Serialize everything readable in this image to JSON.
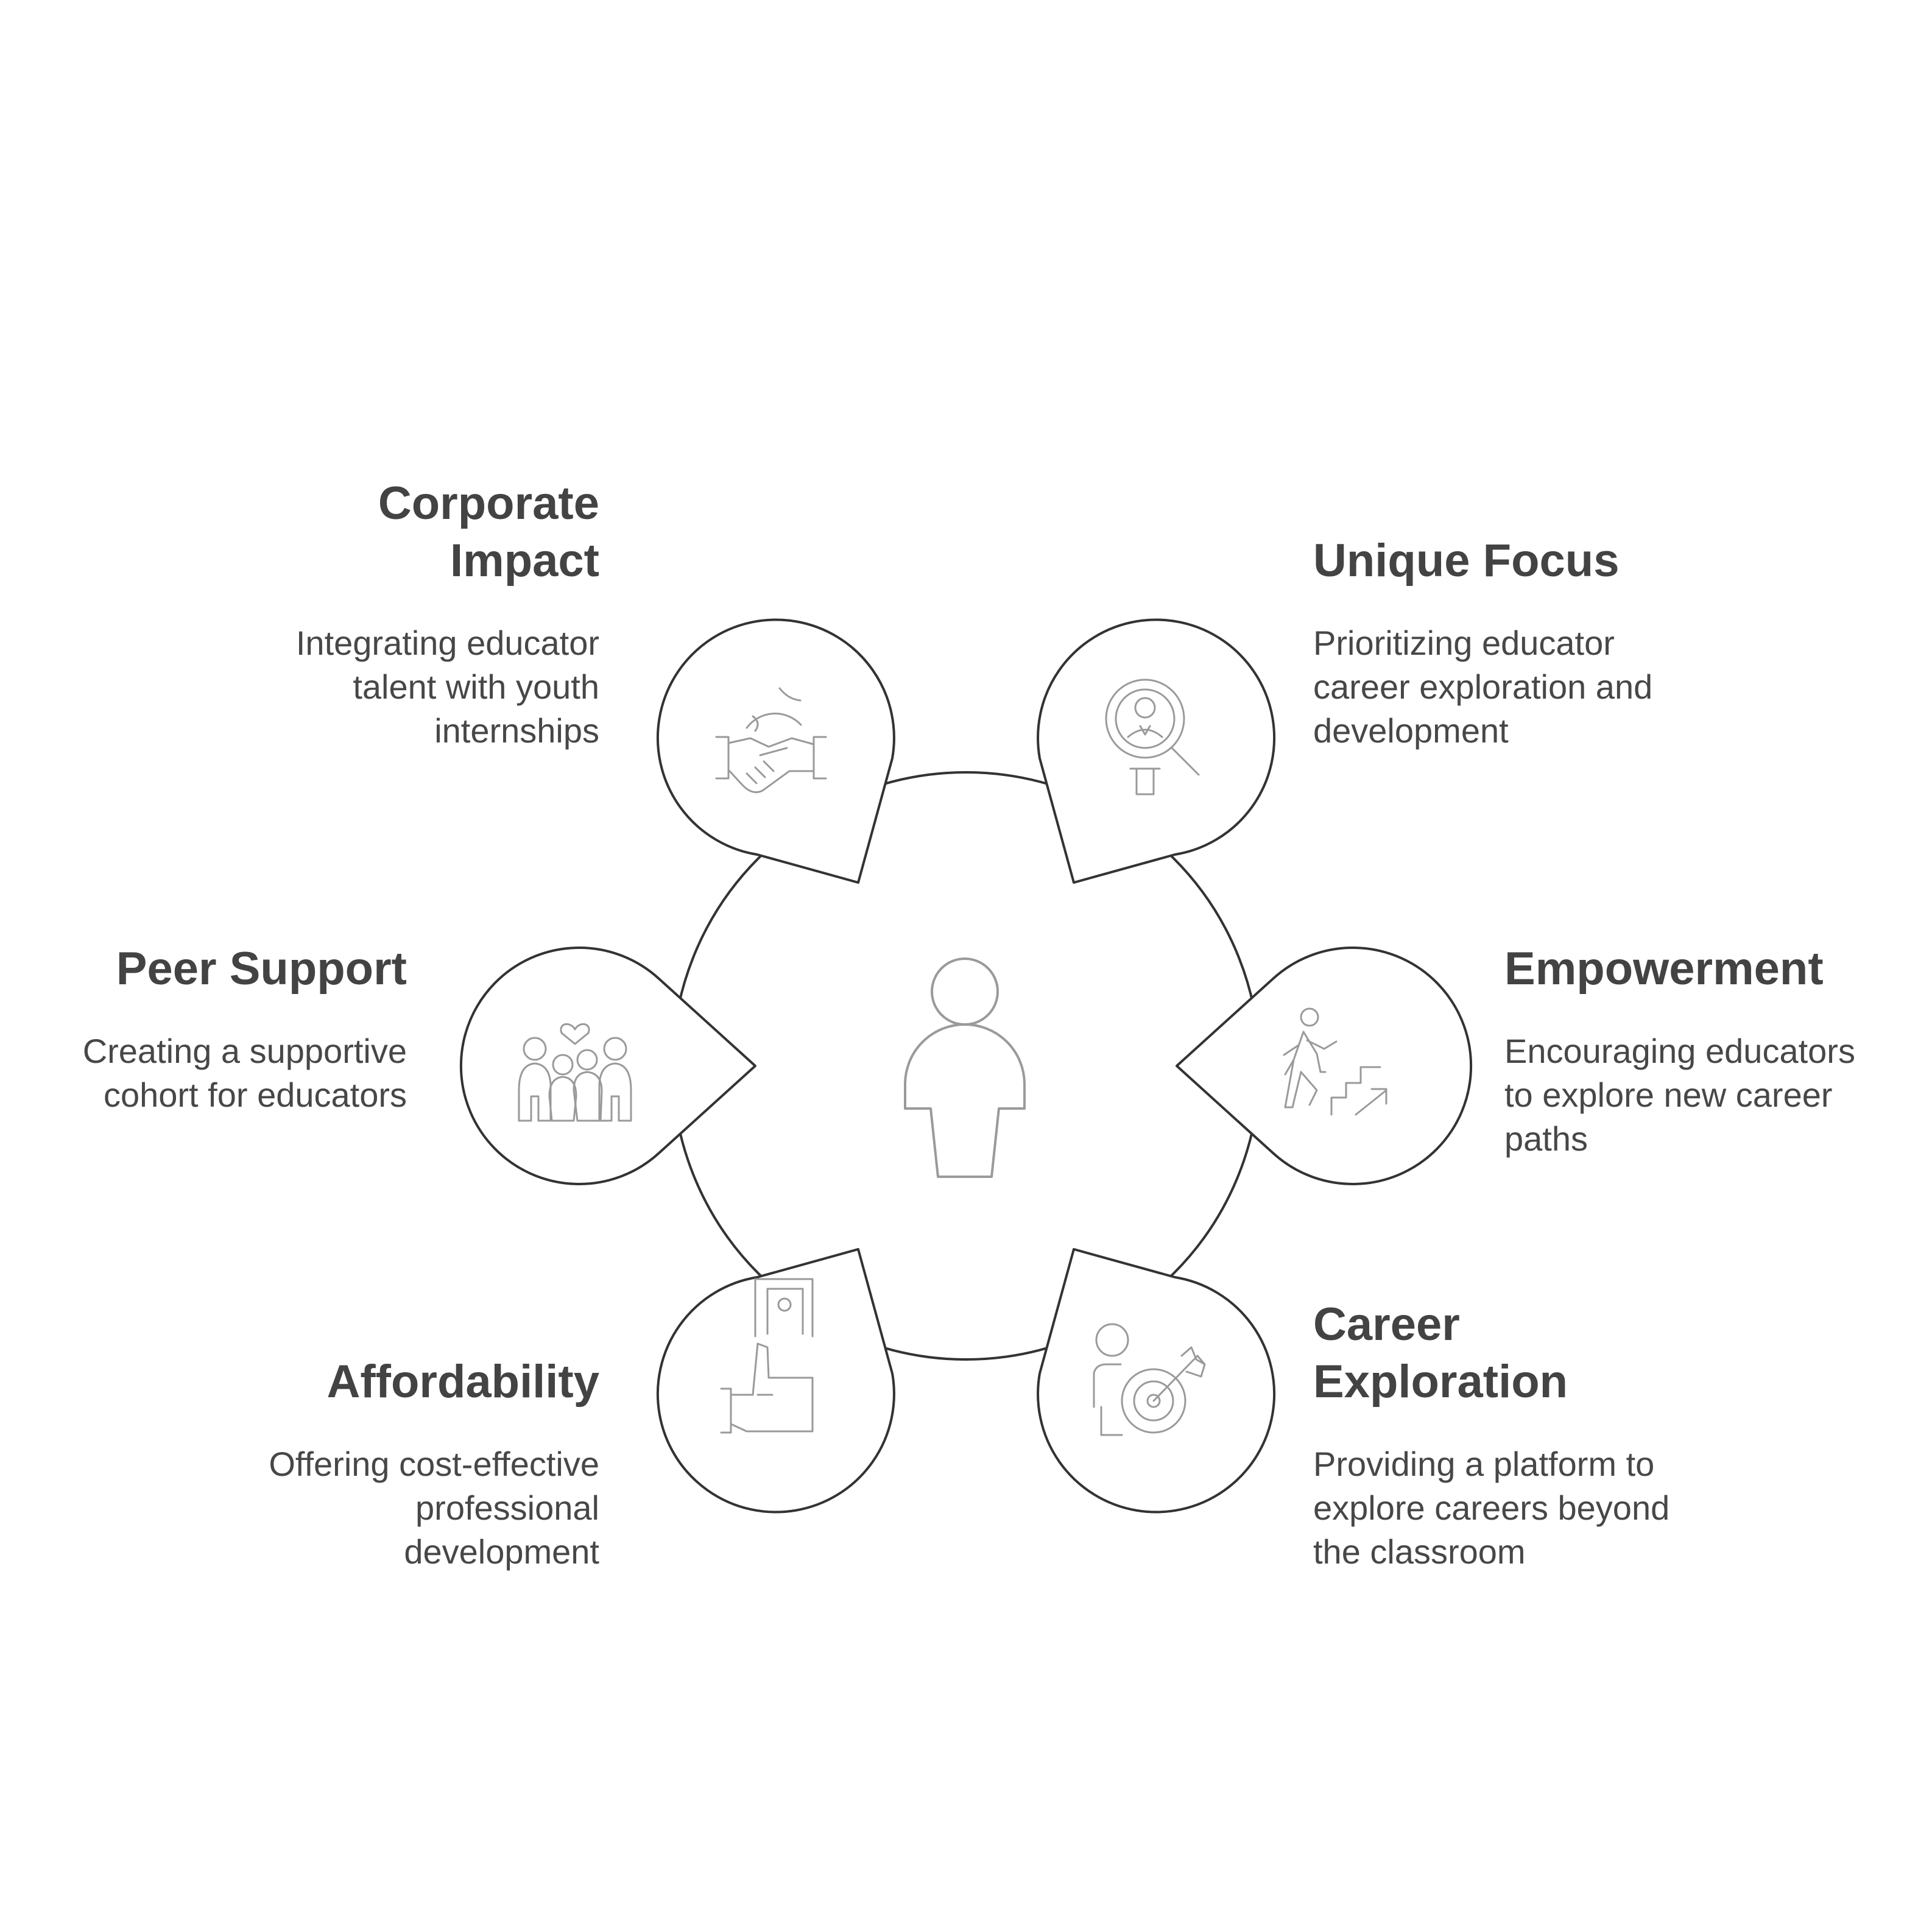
{
  "center": {
    "icon": "person-icon"
  },
  "items": [
    {
      "id": "corporate-impact",
      "title_lines": [
        "Corporate",
        "Impact"
      ],
      "description_lines": [
        "Integrating educator",
        "talent with youth",
        "internships"
      ],
      "icon": "handshake-globe-icon"
    },
    {
      "id": "unique-focus",
      "title_lines": [
        "Unique Focus"
      ],
      "description_lines": [
        "Prioritizing educator",
        "career exploration and",
        "development"
      ],
      "icon": "person-search-icon"
    },
    {
      "id": "peer-support",
      "title_lines": [
        "Peer Support"
      ],
      "description_lines": [
        "Creating a supportive",
        "cohort for educators"
      ],
      "icon": "group-heart-icon"
    },
    {
      "id": "empowerment",
      "title_lines": [
        "Empowerment"
      ],
      "description_lines": [
        "Encouraging educators",
        "to explore new career",
        "paths"
      ],
      "icon": "climbing-stairs-icon"
    },
    {
      "id": "affordability",
      "title_lines": [
        "Affordability"
      ],
      "description_lines": [
        "Offering cost-effective",
        "professional",
        "development"
      ],
      "icon": "hand-money-icon"
    },
    {
      "id": "career-exploration",
      "title_lines": [
        "Career",
        "Exploration"
      ],
      "description_lines": [
        "Providing a platform to",
        "explore careers beyond",
        "the classroom"
      ],
      "icon": "person-target-icon"
    }
  ],
  "colors": {
    "stroke": "#333333",
    "icon": "#9a9a9a",
    "title": "#434343",
    "text": "#474747",
    "background": "#ffffff"
  }
}
